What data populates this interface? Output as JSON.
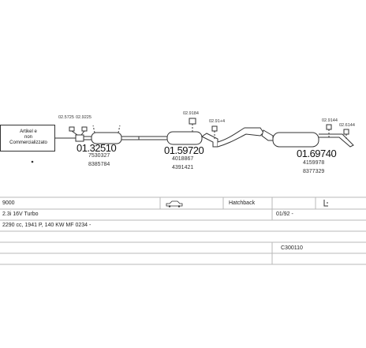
{
  "note_box": {
    "lines": [
      "Artikel e",
      "non",
      "Commercializzato"
    ]
  },
  "part_labels": {
    "p1_small_a": "02.5725",
    "p1_small_b": "02.9225",
    "p1_number": "01.32510",
    "p1_ref_a": "7530327",
    "p1_ref_b": "8385784",
    "p2_small_a": "02.9184",
    "p2_small_b": "02.91+4",
    "p2_number": "01.59720",
    "p2_ref_a": "4018867",
    "p2_ref_b": "4391421",
    "p3_small_a": "02.9144",
    "p3_small_b": "02.6144",
    "p3_number": "01.69740",
    "p3_ref_a": "4159978",
    "p3_ref_b": "8377329"
  },
  "table": {
    "model": "9000",
    "body": "Hatchback",
    "engine": "2.3i 16V Turbo",
    "period": "01/92 -",
    "spec": "2290 cc, 1941 P, 140 KW MF 0234 -",
    "code": "C300110"
  },
  "icons": [
    "car-icon",
    "bracket-icon"
  ]
}
